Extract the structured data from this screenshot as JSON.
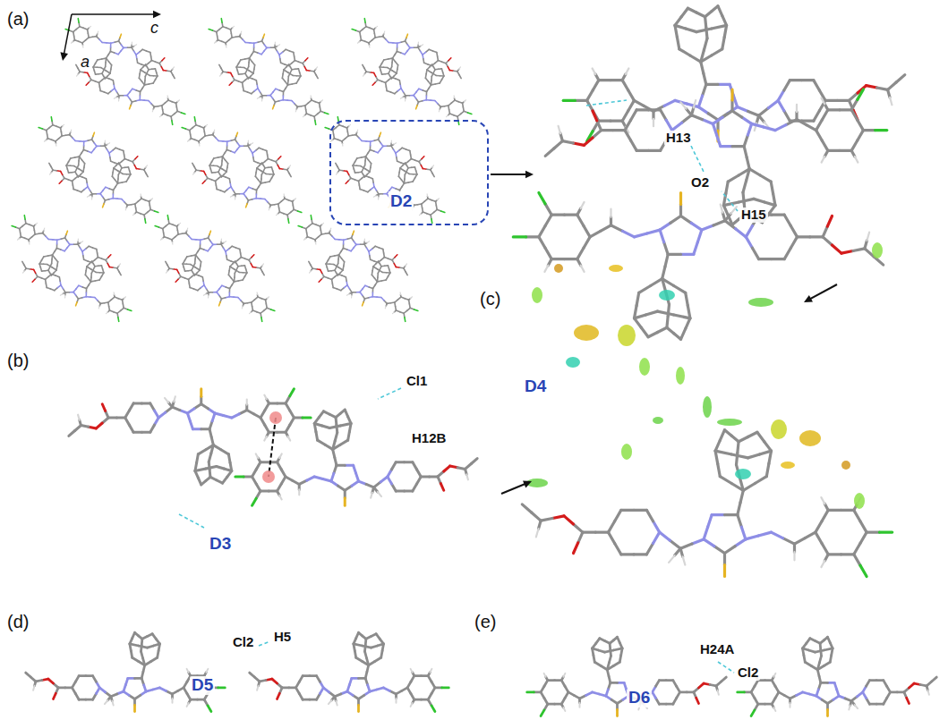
{
  "diagram": {
    "nodes": [
      {
        "text": [
          "D2"
        ]
      }
    ],
    "labels": [
      "(a)",
      "c",
      "a",
      "H13",
      "O2",
      "H15",
      "(b)",
      "Cl1",
      "H12B",
      "D3",
      "(c)",
      "D4",
      "(d)",
      "Cl2",
      "H5",
      "D5",
      "(e)",
      "H24A",
      "Cl2",
      "D6"
    ]
  }
}
